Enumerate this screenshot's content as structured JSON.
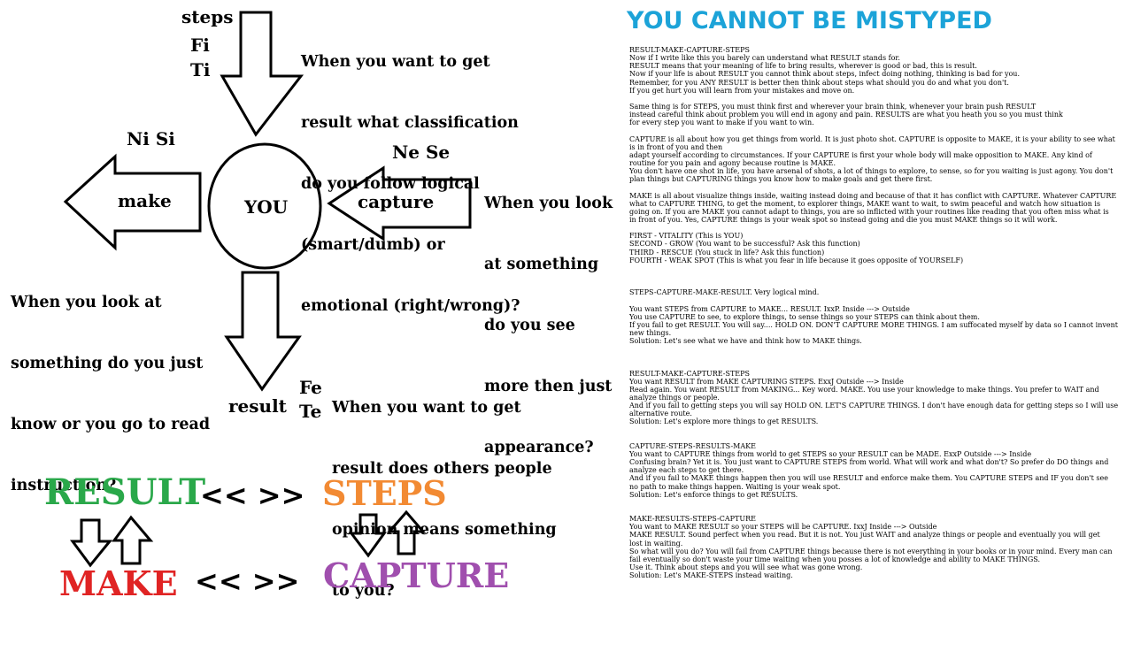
{
  "diagram": {
    "center_label": "YOU",
    "top": {
      "arrow_label": "steps",
      "functions": [
        "Fi",
        "Ti"
      ],
      "question": [
        "When you want to get",
        "result what classification",
        "do you follow logical",
        "(smart/dumb) or",
        "emotional (right/wrong)?"
      ]
    },
    "left": {
      "arrow_label": "make",
      "functions": "Ni Si",
      "question": [
        "When you look at",
        "something do you just",
        "know or you go to read",
        "instruction?"
      ]
    },
    "right": {
      "arrow_label": "capture",
      "functions": "Ne Se",
      "question": [
        "When you look",
        "at something",
        "do you see",
        "more then just",
        "appearance?"
      ]
    },
    "bottom": {
      "arrow_label": "result",
      "functions": [
        "Fe",
        "Te"
      ],
      "question": [
        "When you want to get",
        "result does others people",
        "opinion means something",
        "to you?"
      ]
    }
  },
  "legend": {
    "result": {
      "label": "RESULT",
      "color": "#2aa84a"
    },
    "steps": {
      "label": "STEPS",
      "color": "#f28a33"
    },
    "make": {
      "label": "MAKE",
      "color": "#e02424"
    },
    "capture": {
      "label": "CAPTURE",
      "color": "#a04fae"
    },
    "connector_top": "<< >>",
    "connector_bottom": "<< >>",
    "arrow_icons": [
      "down-arrow",
      "up-arrow"
    ]
  },
  "title_color": "#1ca3d8",
  "right_panel": {
    "title": "YOU CANNOT BE MISTYPED",
    "lines": [
      "RESULT-MAKE-CAPTURE-STEPS",
      "Now if I write like this you barely can understand what RESULT stands for.",
      "RESULT means that your meaning of life to bring results, wherever is good or bad, this is result.",
      "Now if your life is about RESULT you cannot think about steps, infect doing nothing, thinking is bad for you.",
      "Remember, for you ANY RESULT is better then think about steps what should you do and what you don't.",
      "If you get hurt you will learn from your mistakes and move on.",
      "",
      "Same thing is for STEPS, you must think first and wherever your brain think, whenever your brain push RESULT",
      "instead careful think about problem you will end in agony and pain. RESULTS are what you heath you so you must think",
      "for every step you want to make if you want to win.",
      "",
      "CAPTURE is all about how you get things from world. It is just photo shot. CAPTURE is opposite to MAKE, it is your ability to see what",
      "is in front of you and then",
      "adapt yourself according to circumstances. If your CAPTURE is first your whole body will make opposition to MAKE. Any kind of",
      "routine for you pain and agony because routine is MAKE.",
      "You don't have one shot in life, you have arsenal of shots, a lot of things to explore, to sense, so for you waiting is just agony. You don't",
      "plan things but CAPTURING things you know how to make goals and get there first.",
      "",
      "MAKE is all about visualize things inside, waiting instead doing and because of that it has conflict with CAPTURE. Whatever CAPTURE",
      "what to CAPTURE THING, to get the moment, to explorer things, MAKE want to wait, to swim peaceful and watch how situation is",
      "going on. If you are MAKE you cannot adapt to things, you are so inflicted with your routines like reading that you often miss what is",
      "in front of you. Yes, CAPTURE things is your weak spot so instead going and die you must MAKE things so it will work.",
      "",
      "FIRST - VITALITY (This is YOU)",
      "SECOND - GROW (You want to be successful? Ask this function)",
      "THIRD - RESCUE (You stuck in life? Ask this function)",
      "FOURTH - WEAK SPOT (This is what you fear in life because it goes opposite of YOURSELF)",
      "",
      "",
      "",
      "STEPS-CAPTURE-MAKE-RESULT. Very logical mind.",
      "",
      "You want STEPS from CAPTURE to MAKE... RESULT. IxxP. Inside ---> Outside",
      "You use CAPTURE to see, to explore things, to sense things so your STEPS can think about them.",
      "If you fail to get RESULT. You will say.... HOLD ON. DON'T CAPTURE MORE THINGS. I am suffocated myself by data so I cannot invent",
      "new things.",
      "Solution: Let's see what we have and think how to MAKE things.",
      "",
      "",
      "",
      "RESULT-MAKE-CAPTURE-STEPS",
      "You want RESULT from MAKE CAPTURING STEPS. ExxJ Outside ---> Inside",
      "Read again. You want RESULT from MAKING... Key word. MAKE. You use your knowledge to make things. You prefer to WAIT and",
      "analyze things or people.",
      "And if you fail to getting steps you will say HOLD ON. LET'S CAPTURE THINGS. I don't have enough data for getting steps so I will use",
      "alternative route.",
      "Solution: Let's explore more things to get RESULTS.",
      "",
      "",
      "CAPTURE-STEPS-RESULTS-MAKE",
      "You want to CAPTURE things from world to get STEPS so your RESULT can be MADE. ExxP Outside ---> Inside",
      "Confusing brain? Yet it is. You just want to CAPTURE STEPS from world. What will work and what don't? So prefer do DO things and",
      "analyze each steps to get there.",
      "And if you fail to MAKE things happen then you will use RESULT and enforce make them. You CAPTURE STEPS and IF you don't see",
      "no path to make things happen. Waiting is your weak spot.",
      "Solution: Let's enforce things to get RESULTS.",
      "",
      "",
      "MAKE-RESULTS-STEPS-CAPTURE",
      "You want to MAKE RESULT so your STEPS will be CAPTURE. IxxJ Inside ---> Outside",
      "MAKE RESULT. Sound perfect when you read. But it is not. You just WAIT and analyze things or people and eventually you will get",
      "lost in waiting.",
      "So what will you do? You will fail from CAPTURE things because there is not everything in your books or in your mind. Every man can",
      "fail eventually so don't waste your time waiting when you posses a lot of knowledge and ability to MAKE THINGS.",
      "Use it. Think about steps and you will see what was gone wrong.",
      "Solution: Let's MAKE-STEPS instead waiting."
    ]
  }
}
